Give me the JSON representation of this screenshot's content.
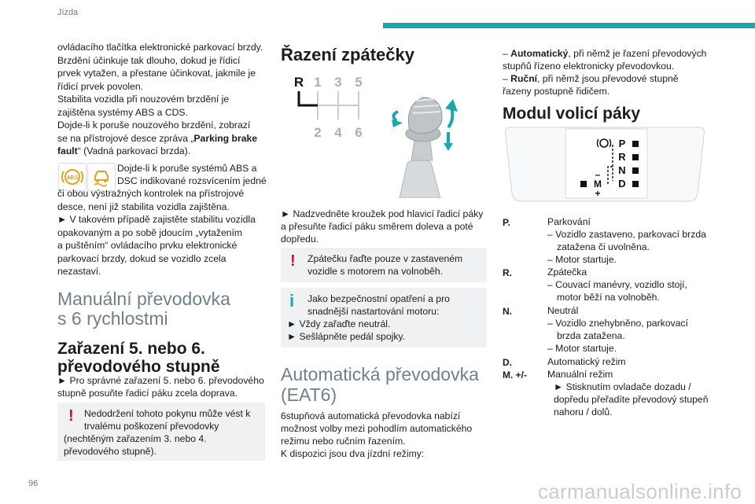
{
  "header": {
    "running_head": "Jízda",
    "page_number": "96",
    "watermark": "carmanualsonline.info"
  },
  "colors": {
    "accent": "#1aa7b0",
    "warning": "#e3002b",
    "heading_gray": "#6f7f8c"
  },
  "left_column": {
    "lines_top": [
      "ovládacího tlačítka elektronické parkovací brzdy.",
      "Brzdění účinkuje tak dlouho, dokud je řídicí",
      "prvek vytažen, a přestane účinkovat, jakmile je",
      "řídicí prvek povolen.",
      "Stabilita vozidla při nouzovém brzdění je",
      "zajištěna systémy ABS a CDS.",
      "Dojde-li k poruše nouzového brzdění, zobrazí",
      "se na přístrojové desce zpráva „"
    ],
    "parking_fault_bold_1": "Parking brake",
    "parking_fault_bold_2": "fault",
    "parking_fault_rest": "“ (Vadná parkovací brzda).",
    "abs_text_1": "Dojde-li k poruše systémů ABS a",
    "abs_text_2": "DSC indikované rozsvícením jedné",
    "lines_after_icons": [
      "či obou výstražných kontrolek na přístrojové",
      "desce, není již stabilita vozidla zajištěna.",
      "► V takovém případě zajistěte stabilitu vozidla",
      "opakovaným a po sobě jdoucím „vytažením",
      "a puštěním“ ovládacího prvku elektronické",
      "parkovací brzdy, dokud se vozidlo zcela",
      "nezastaví."
    ],
    "icons": [
      "abs-warning-icon",
      "dsc-warning-icon"
    ],
    "section_title_1": "Manuální převodovka",
    "section_title_2": "s 6 rychlostmi",
    "sub_title_1": "Zařazení 5. nebo 6.",
    "sub_title_2": "převodového stupně",
    "gear56_1": "► Pro správné zařazení 5. nebo 6. převodového",
    "gear56_2": "stupně posuňte řadicí páku zcela doprava.",
    "warning_1": "Nedodržení tohoto pokynu může vést k",
    "warning_2": "trvalému poškození převodovky",
    "warning_3": "(nechtěným zařazením 3. nebo 4.",
    "warning_4": "převodového stupně)."
  },
  "middle_column": {
    "title": "Řazení zpátečky",
    "gear_pattern": {
      "top": [
        "R",
        "1",
        "3",
        "5"
      ],
      "bottom": [
        "2",
        "4",
        "6"
      ]
    },
    "step_1": "► Nadzvedněte kroužek pod hlavicí řadicí páky",
    "step_2": "a přesuňte řadicí páku směrem doleva a poté",
    "step_3": "dopředu.",
    "warning_1": "Zpátečku řaďte pouze v zastaveném",
    "warning_2": "vozidle s motorem na volnoběh.",
    "info_1": "Jako bezpečnostní opatření a pro",
    "info_2": "snadnější nastartování motoru:",
    "info_3": "► Vždy zařaďte neutrál.",
    "info_4": "► Sešlápněte pedál spojky.",
    "section_title_1": "Automatická převodovka",
    "section_title_2": "(EAT6)",
    "para_1": "6stupňová automatická převodovka nabízí",
    "para_2": "možnost volby mezi pohodlím automatického",
    "para_3": "režimu nebo ručním řazením.",
    "para_4": "K dispozici jsou dva jízdní režimy:"
  },
  "right_column": {
    "mode_auto_bold": "Automatický",
    "mode_auto_rest": ", při němž je řazení převodových",
    "mode_auto_2": "stupňů řízeno elektronicky převodovkou.",
    "mode_manual_bold": "Ruční",
    "mode_manual_rest": ", při němž jsou převodové stupně",
    "mode_manual_2": "řazeny postupně řidičem.",
    "title": "Modul volicí páky",
    "selector_labels": {
      "p": "P",
      "r": "R",
      "n": "N",
      "d": "D",
      "m": "M",
      "plus": "+",
      "minus": "–"
    },
    "definitions": [
      {
        "term": "P.",
        "lines": [
          "Parkování",
          "– Vozidlo zastaveno, parkovací brzda",
          "zatažena či uvolněna.",
          "– Motor startuje."
        ]
      },
      {
        "term": "R.",
        "lines": [
          "Zpátečka",
          "– Couvací manévry, vozidlo stojí,",
          "motor běží na volnoběh."
        ]
      },
      {
        "term": "N.",
        "lines": [
          "Neutrál",
          "– Vozidlo znehybněno, parkovací",
          "brzda zatažena.",
          "– Motor startuje."
        ]
      },
      {
        "term": "D.",
        "lines": [
          "Automatický režim"
        ]
      },
      {
        "term": "M. +/-",
        "lines": [
          "Manuální režim",
          "► Stisknutím ovladače dozadu /",
          "dopředu přeřadíte převodový stupeň",
          "nahoru / dolů."
        ]
      }
    ]
  }
}
